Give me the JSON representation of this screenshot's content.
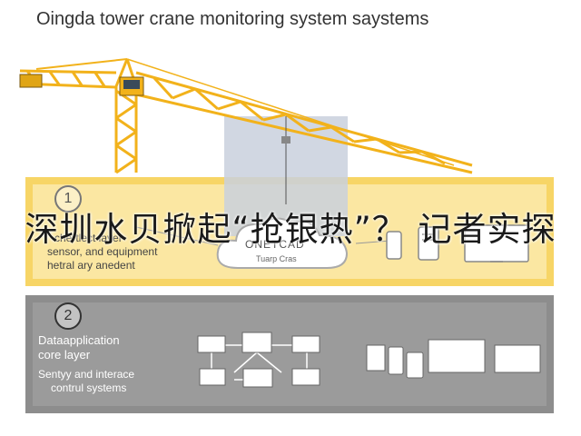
{
  "title": "Oingda tower crane monitoring system saystems",
  "headline": "深圳水贝掀起“抢银热”？ 记者实探",
  "layer1": {
    "number": "1",
    "line1": "chertlect layer",
    "line2": "sensor, and equipment",
    "line3": "hetral ary anedent"
  },
  "cloud": {
    "label": "ONETCAD",
    "sublabel": "Tuarp Cras"
  },
  "layer2": {
    "number": "2",
    "line1": "Dataapplication",
    "line2": "core layer",
    "line3": "Sentyy and interace",
    "line4": "contrul systems"
  },
  "colors": {
    "crane": "#f2b21b",
    "layer1": "#f7d566",
    "layer2": "#8d8d8d",
    "overlay": "#c9d0dd"
  },
  "icons": [
    "tower-crane-icon",
    "cloud-icon",
    "phone-icon",
    "monitor-icon",
    "laptop-icon",
    "tablet-icon",
    "document-icon"
  ]
}
